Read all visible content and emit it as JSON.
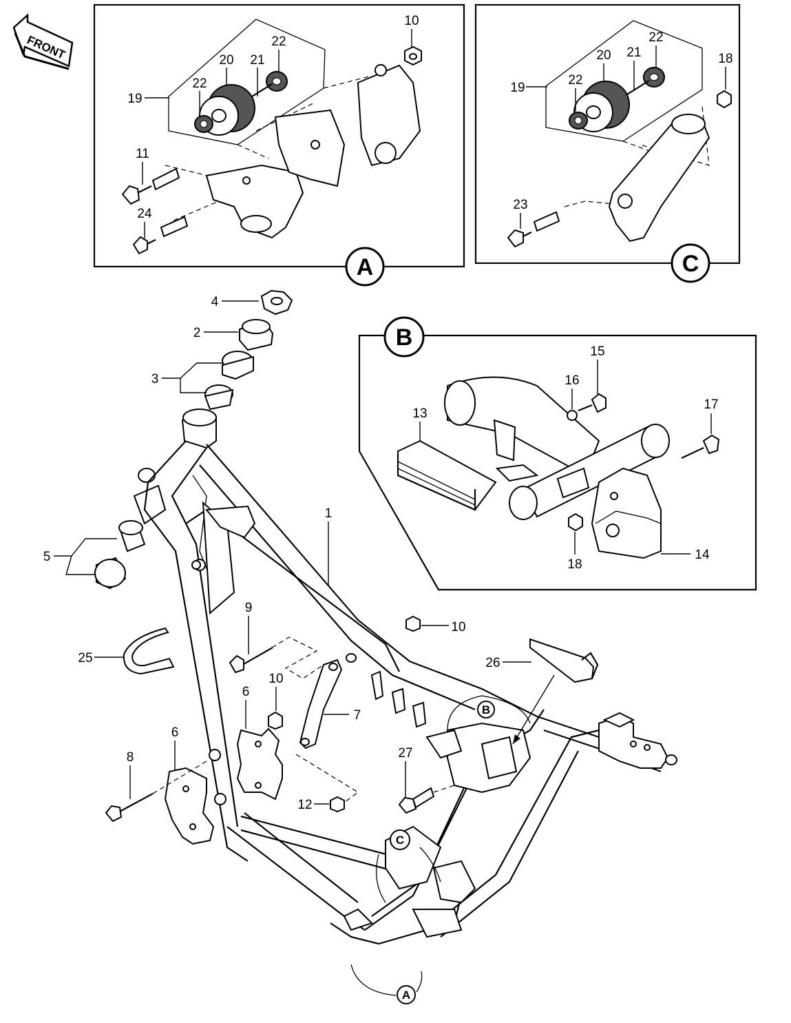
{
  "front_label": "FRONT",
  "insets": {
    "A": {
      "letter": "A"
    },
    "B": {
      "letter": "B"
    },
    "C": {
      "letter": "C"
    }
  },
  "frame_markers": {
    "A": "A",
    "B": "B",
    "C": "C"
  },
  "callouts": {
    "inset_a": {
      "c19": "19",
      "c20": "20",
      "c21": "21",
      "c22a": "22",
      "c22b": "22",
      "c10": "10",
      "c11": "11",
      "c24": "24"
    },
    "inset_c": {
      "c19": "19",
      "c20": "20",
      "c21": "21",
      "c22a": "22",
      "c22b": "22",
      "c18": "18",
      "c23": "23"
    },
    "inset_b": {
      "c13": "13",
      "c14": "14",
      "c15": "15",
      "c16": "16",
      "c17": "17",
      "c18": "18"
    },
    "main": {
      "c1": "1",
      "c2": "2",
      "c3": "3",
      "c4": "4",
      "c5": "5",
      "c6a": "6",
      "c6b": "6",
      "c7": "7",
      "c8": "8",
      "c9": "9",
      "c10a": "10",
      "c10b": "10",
      "c12": "12",
      "c25": "25",
      "c26": "26",
      "c27": "27"
    }
  }
}
